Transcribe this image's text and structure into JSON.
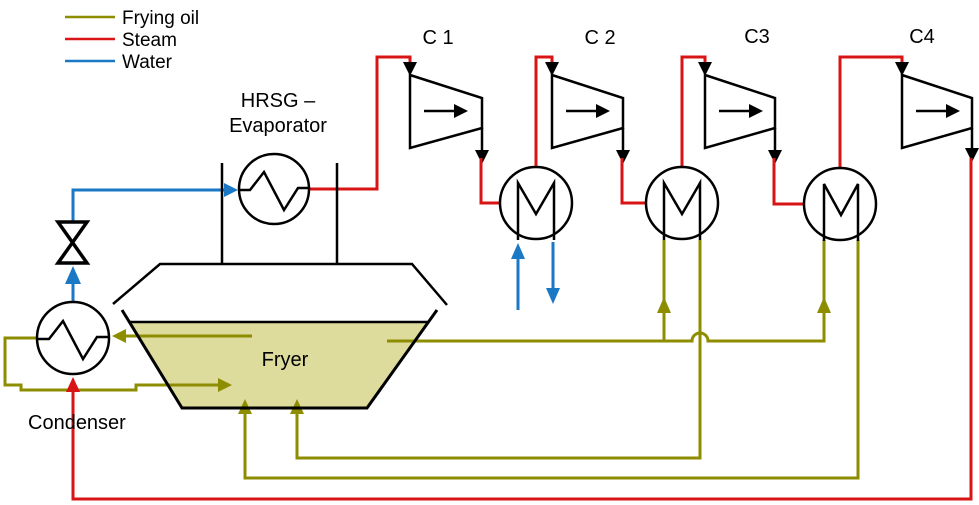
{
  "colors": {
    "oil": "#8e8d00",
    "steam": "#d91414",
    "water": "#1b78c4",
    "oil_fill": "#dddc9d"
  },
  "legend": {
    "items": [
      {
        "label": "Frying oil",
        "color_key": "oil"
      },
      {
        "label": "Steam",
        "color_key": "steam"
      },
      {
        "label": "Water",
        "color_key": "water"
      }
    ]
  },
  "equipment": {
    "hrsg_label_line1": "HRSG –",
    "hrsg_label_line2": "Evaporator",
    "fryer_label": "Fryer",
    "condenser_label": "Condenser"
  },
  "compressors": [
    {
      "label": "C 1"
    },
    {
      "label": "C 2"
    },
    {
      "label": "C3"
    },
    {
      "label": "C4"
    }
  ]
}
